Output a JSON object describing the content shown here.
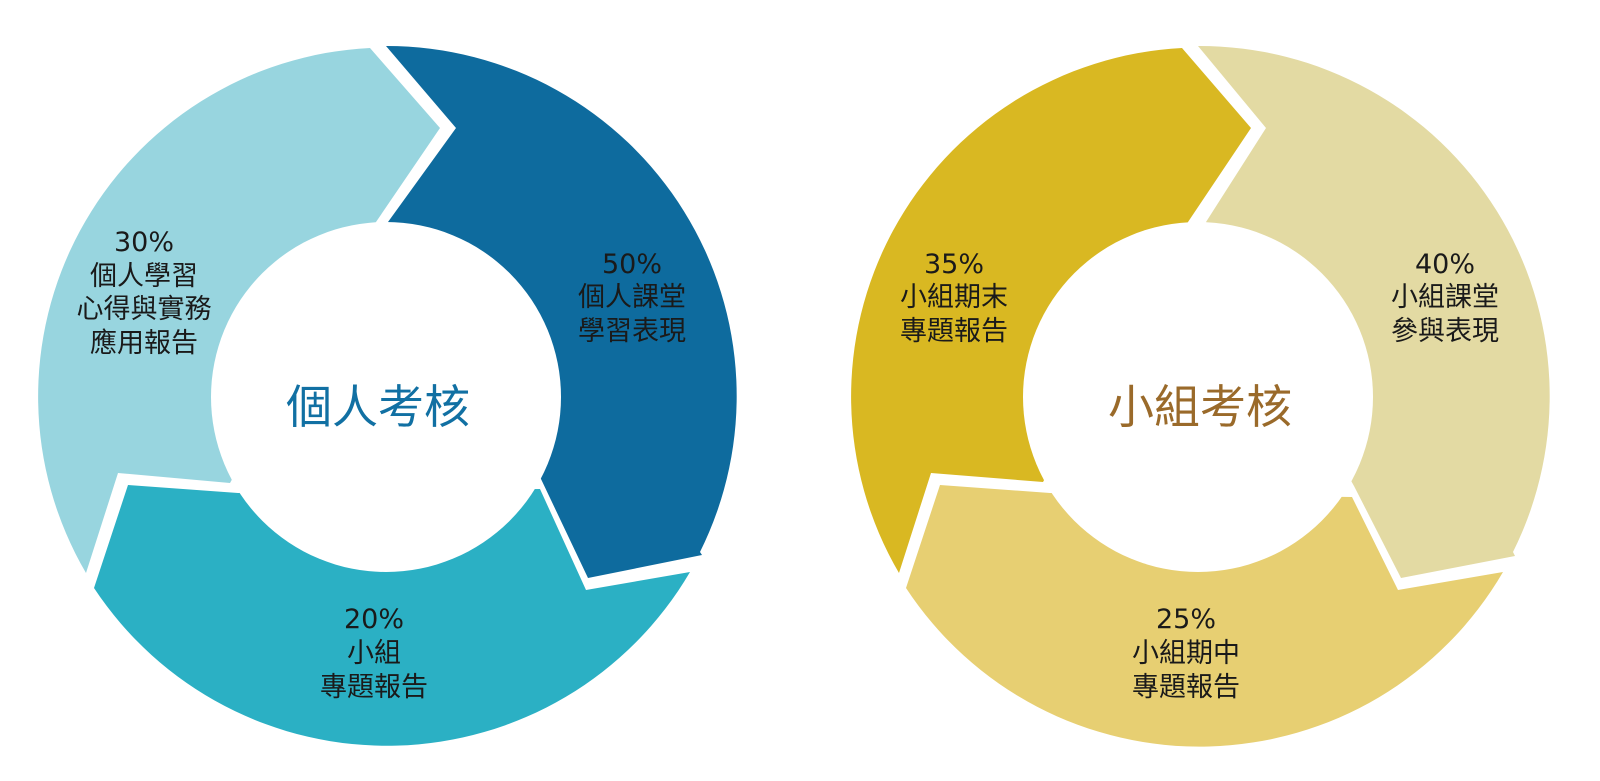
{
  "diagrams": [
    {
      "title": "個人考核",
      "title_color": "#1170a3",
      "segments": [
        {
          "percent": "50%",
          "lines": [
            "個人課堂",
            "學習表現"
          ],
          "color": "#0e6b9e"
        },
        {
          "percent": "20%",
          "lines": [
            "小組",
            "專題報告"
          ],
          "color": "#2bb0c4"
        },
        {
          "percent": "30%",
          "lines": [
            "個人學習",
            "心得與實務",
            "應用報告"
          ],
          "color": "#98d5df"
        }
      ]
    },
    {
      "title": "小組考核",
      "title_color": "#9a6a2a",
      "segments": [
        {
          "percent": "40%",
          "lines": [
            "小組課堂",
            "參與表現"
          ],
          "color": "#e3daa3"
        },
        {
          "percent": "25%",
          "lines": [
            "小組期中",
            "專題報告"
          ],
          "color": "#e7cf72"
        },
        {
          "percent": "35%",
          "lines": [
            "小組期末",
            "專題報告"
          ],
          "color": "#d9b822"
        }
      ]
    }
  ]
}
